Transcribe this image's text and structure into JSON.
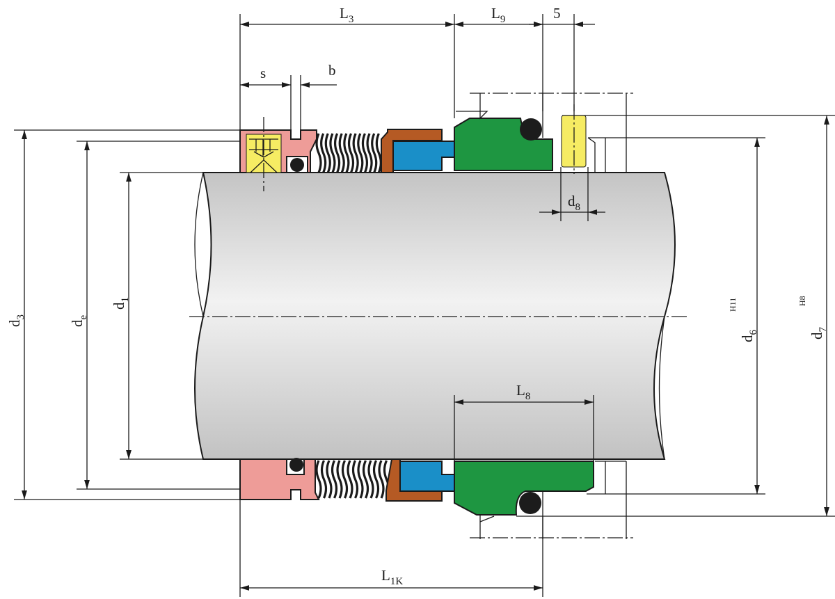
{
  "title": "Mechanical seal dimension drawing",
  "colors": {
    "seat_ring": "#ee9c98",
    "set_screw": "#f6ec63",
    "spring_holder": "#b55a24",
    "seal_face": "#1a8fc8",
    "stationary_seat": "#1e9641",
    "o_ring": "#1c1c1c",
    "anti_rotation_pin": "#f6ec63",
    "shaft": "#cfcfcf"
  },
  "dimensions": {
    "L3": {
      "main": "L",
      "sub": "3"
    },
    "L9": {
      "main": "L",
      "sub": "9"
    },
    "five": {
      "main": "5"
    },
    "s": {
      "main": "s"
    },
    "b": {
      "main": "b"
    },
    "d3": {
      "main": "d",
      "sub": "3"
    },
    "de": {
      "main": "d",
      "sub": "e"
    },
    "d1": {
      "main": "d",
      "sub": "1"
    },
    "d6": {
      "main": "d",
      "sub": "6",
      "tolerance": "H11"
    },
    "d7": {
      "main": "d",
      "sub": "7",
      "tolerance": "H8"
    },
    "d8": {
      "main": "d",
      "sub": "8"
    },
    "L8": {
      "main": "L",
      "sub": "8"
    },
    "L1K": {
      "main": "L",
      "sub": "1K"
    }
  }
}
